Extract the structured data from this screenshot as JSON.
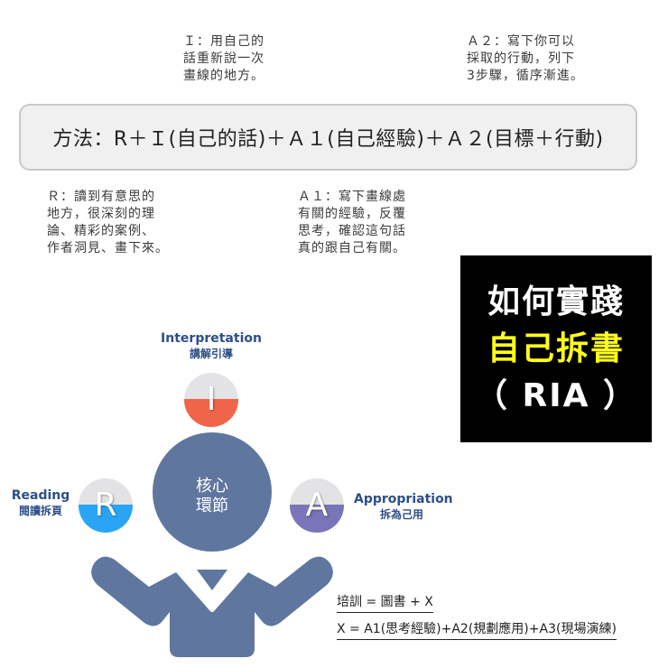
{
  "notes": {
    "i_note": "Ｉ：用自己的\n話重新說一次\n畫線的地方。",
    "a2_note": "Ａ２：寫下你可以\n採取的行動，列下\n3步驟，循序漸進。",
    "r_note": "Ｒ：讀到有意思的\n地方，很深刻的理\n論、精彩的案例、\n作者洞見、畫下來。",
    "a1_note": "Ａ１：寫下畫線處\n有關的經驗，反覆\n思考，確認這句話\n真的跟自己有關。"
  },
  "formula": {
    "text": "方法：R＋Ｉ(自己的話)＋Ａ１(自己經驗)＋Ａ２(目標＋行動)"
  },
  "title_box": {
    "line1": "如何實踐",
    "line2": "自己拆書",
    "line3": "（ RIA ）",
    "line1_color": "#ffffff",
    "line2_color": "#ffff1a",
    "background": "#000000"
  },
  "diagram": {
    "core": {
      "line1": "核心",
      "line2": "環節",
      "color": "#5f769f"
    },
    "interpretation": {
      "en": "Interpretation",
      "zh": "講解引導",
      "letter": "I",
      "color": "#f0654a"
    },
    "reading": {
      "en": "Reading",
      "zh": "閱讀拆頁",
      "letter": "R",
      "color": "#2aa4f4"
    },
    "appropriation": {
      "en": "Appropriation",
      "zh": "拆為己用",
      "letter": "A",
      "color": "#7a74b8"
    },
    "label_color": "#2d4f86"
  },
  "bottom": {
    "line1": "培訓 = 圖書 + X",
    "line2": "X = A1(思考經驗)+A2(規劃應用)+A3(現場演練)"
  }
}
